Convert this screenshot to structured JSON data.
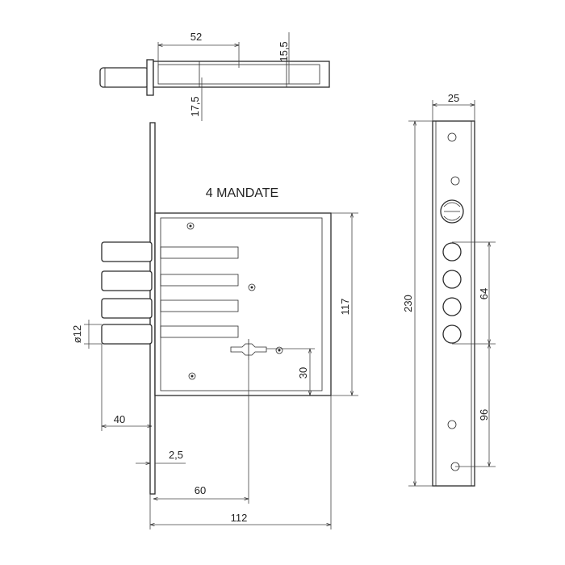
{
  "title": "4 MANDATE",
  "dimensions": {
    "top_width": "52",
    "top_height": "15,5",
    "top_offset": "17,5",
    "faceplate_width": "25",
    "faceplate_height": "230",
    "bolt_spacing": "64",
    "bottom_spacing": "96",
    "case_height": "117",
    "key_offset": "30",
    "bolt_diameter": "ø12",
    "bolt_throw": "40",
    "plate_thickness": "2,5",
    "backset": "60",
    "case_depth": "112"
  },
  "colors": {
    "line": "#2b2b2b",
    "background": "#ffffff"
  }
}
